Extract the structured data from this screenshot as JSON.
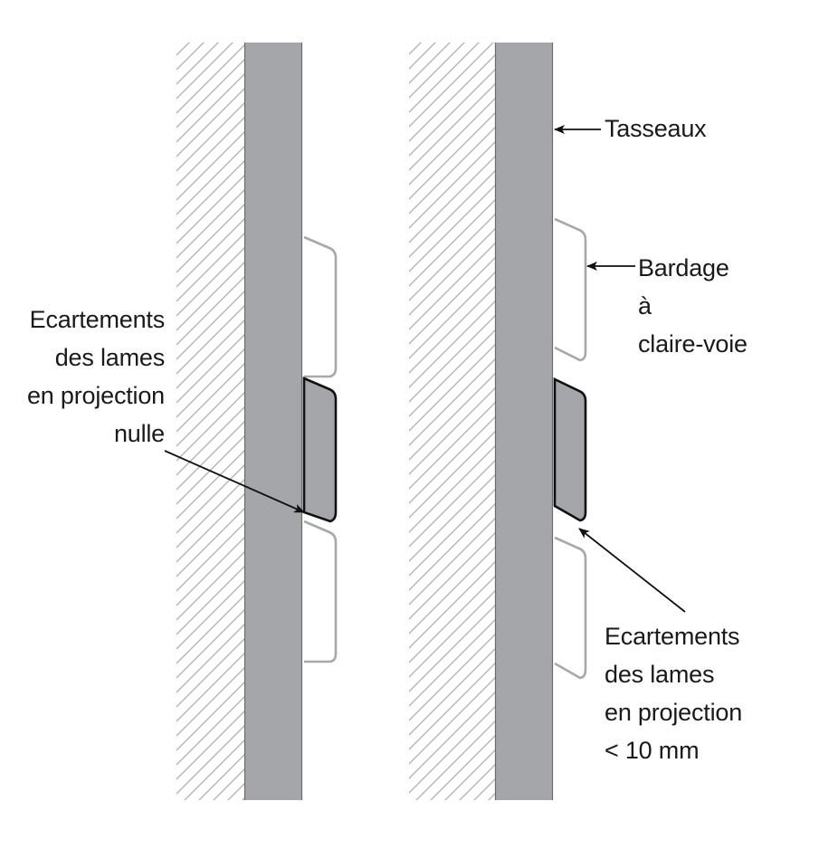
{
  "labels": {
    "left_annotation": [
      "Ecartements",
      "des lames",
      "en projection",
      "nulle"
    ],
    "tasseaux": "Tasseaux",
    "bardage": [
      "Bardage",
      "à",
      "claire-voie"
    ],
    "right_annotation": [
      "Ecartements",
      "des lames",
      "en projection",
      "< 10 mm"
    ]
  },
  "colors": {
    "batten": "#a5a6a9",
    "batten_edge": "#555555",
    "hatch": "#b4b4b4",
    "slat_outline": "#a8a8a8",
    "highlighted_slat": "#a5a6a9",
    "stroke": "#111111"
  }
}
